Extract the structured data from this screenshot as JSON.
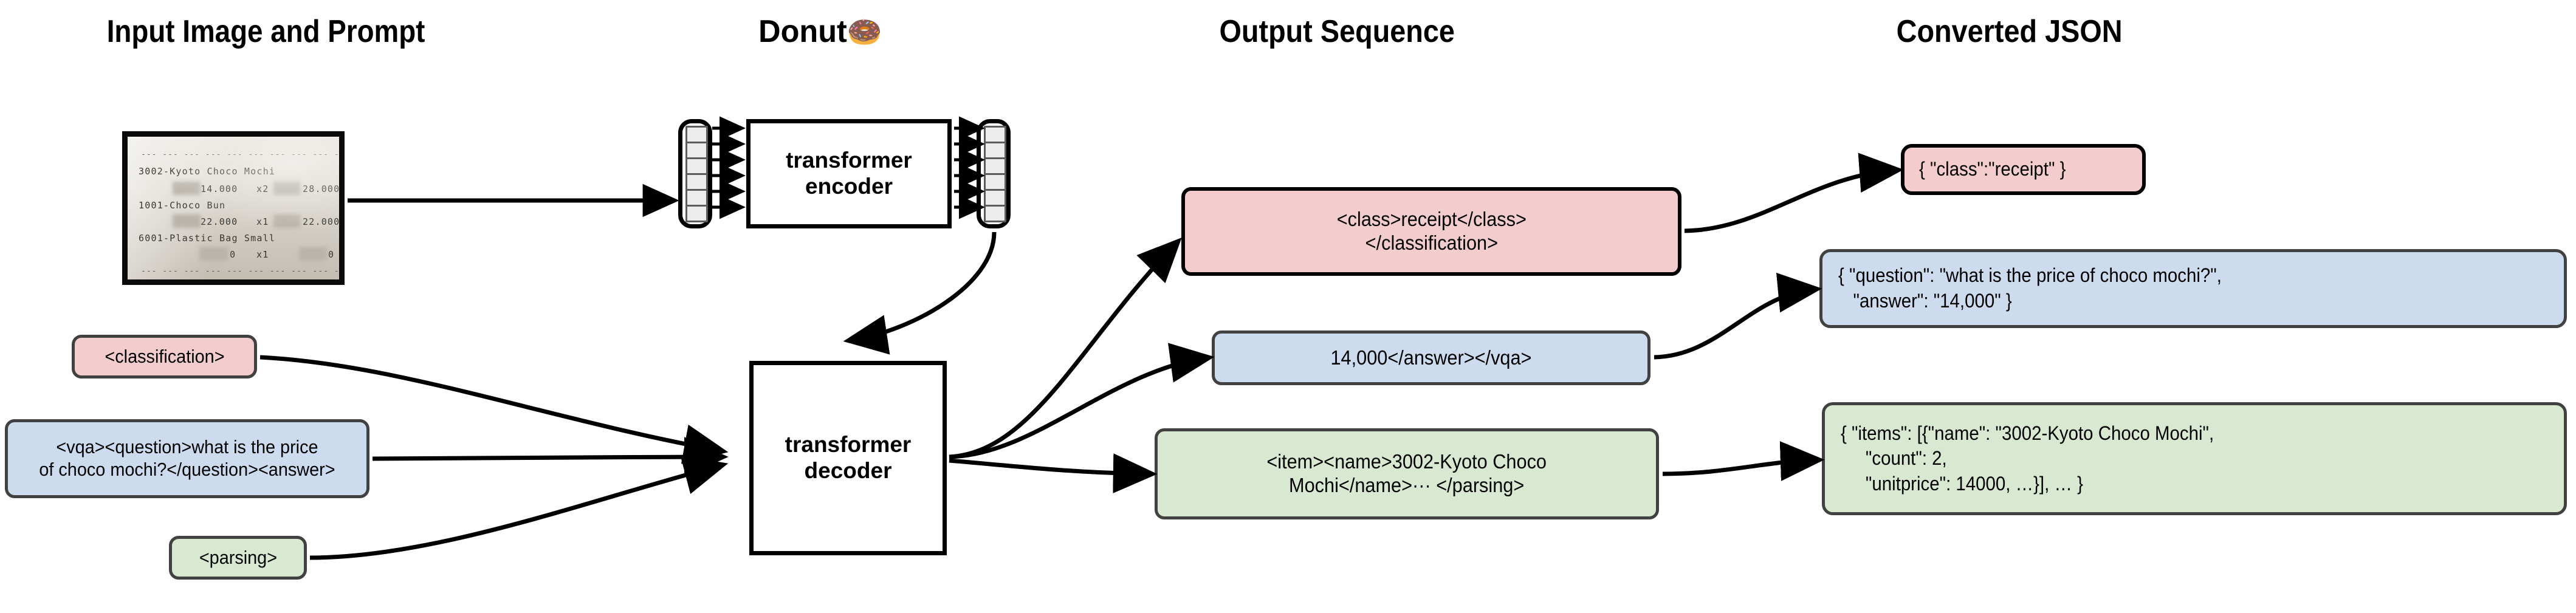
{
  "titles": {
    "input": "Input Image and Prompt",
    "donut": "Donut",
    "donut_emoji": "🍩",
    "output": "Output Sequence",
    "json": "Converted JSON"
  },
  "receipt": {
    "alt": "photo of a printed receipt",
    "top_rule": "--- --- --- --- --- --- --- --- --- --- --- --- --- --- --- ---",
    "bottom_rule": "--- --- --- --- --- --- --- --- --- --- --- --- --- --- --- ---",
    "lines": [
      {
        "name": "3002-Kyoto Choco Mochi",
        "unit": "14.000",
        "count": "x2",
        "total": "28.000"
      },
      {
        "name": "1001-Choco Bun",
        "unit": "22.000",
        "count": "x1",
        "total": "22.000"
      },
      {
        "name": "6001-Plastic Bag Small",
        "unit": "0",
        "count": "x1",
        "total": "0"
      }
    ]
  },
  "prompts": [
    {
      "id": "classification",
      "text": "<classification>",
      "color": "#f3cdcd"
    },
    {
      "id": "vqa",
      "text": "<vqa><question>what is the price\nof choco mochi?</question><answer>",
      "color": "#ccdcee"
    },
    {
      "id": "parsing",
      "text": "<parsing>",
      "color": "#d9e8d0"
    }
  ],
  "model": {
    "encoder_label": "transformer\nencoder",
    "decoder_label": "transformer\ndecoder",
    "token_count_in": 6,
    "token_count_out": 6
  },
  "output_sequence": [
    {
      "id": "class",
      "text": "<class>receipt</class>\n</classification>",
      "color": "#f3cdcd"
    },
    {
      "id": "answer",
      "text": "14,000</answer></vqa>",
      "color": "#ccdcee"
    },
    {
      "id": "item",
      "text": "<item><name>3002-Kyoto Choco\nMochi</name>··· </parsing>",
      "color": "#d9e8d0"
    }
  ],
  "converted_json": [
    {
      "id": "class",
      "text": "{ \"class\":\"receipt\" }",
      "color": "#f3cdcd"
    },
    {
      "id": "vqa",
      "text": "{ \"question\": \"what is the price of choco mochi?\",\n   \"answer\": \"14,000\" }",
      "color": "#ccdcee"
    },
    {
      "id": "items",
      "text": "{ \"items\": [{\"name\": \"3002-Kyoto Choco Mochi\",\n     \"count\": 2,\n     \"unitprice\": 14000, …}], … }",
      "color": "#d9e8d0"
    }
  ],
  "palette": {
    "pink": "#f3cdcd",
    "blue": "#ccdcee",
    "green": "#d9e8d0",
    "box_border": "#414141",
    "line": "#000000",
    "token_fill": "#ececec",
    "token_border": "#5c5c5c"
  }
}
